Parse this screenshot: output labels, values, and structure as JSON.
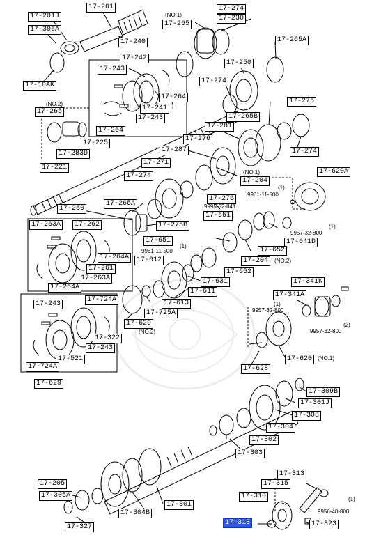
{
  "labels": {
    "l1": "17-201J",
    "l2": "17-201",
    "l3": "17-306A",
    "l4": "17-10AK",
    "l5": "17-240",
    "l6": "17-242",
    "l7": "17-243",
    "l8": "17-264",
    "l9": "17-241",
    "l10": "17-243",
    "l11": "17-264",
    "l12": "17-265",
    "l13": "17-225",
    "l14": "17-283D",
    "l15": "17-221",
    "l16": "17-250",
    "l17": "17-274",
    "l18": "17-230",
    "l19": "17-265",
    "l20": "17-265A",
    "l21": "17-250",
    "l22": "17-274",
    "l23": "17-275",
    "l24": "17-265B",
    "l25": "17-281",
    "l26": "17-276",
    "l27": "17-287",
    "l28": "17-274",
    "l29": "17-271",
    "l30": "17-204",
    "l31": "17-274",
    "l32": "17-620A",
    "l33": "17-265A",
    "l34": "17-275B",
    "l35": "17-276",
    "l36": "17-651",
    "l37": "17-641D",
    "l38": "17-652",
    "l39": "17-263A",
    "l40": "17-262",
    "l41": "17-264A",
    "l42": "17-261",
    "l43": "17-263A",
    "l44": "17-264A",
    "l45": "17-651",
    "l46": "17-612",
    "l47": "17-204",
    "l48": "17-652",
    "l49": "17-631",
    "l50": "17-611",
    "l51": "17-613",
    "l52": "17-341K",
    "l53": "17-341A",
    "l54": "17-243",
    "l55": "17-724A",
    "l56": "17-629",
    "l57": "17-725A",
    "l58": "17-322",
    "l59": "17-243",
    "l60": "17-521",
    "l61": "17-724A",
    "l62": "17-629",
    "l63": "17-620",
    "l64": "17-628",
    "l65": "17-309B",
    "l66": "17-301J",
    "l67": "17-308",
    "l68": "17-304",
    "l69": "17-302",
    "l70": "17-303",
    "l71": "17-313",
    "l72": "17-315",
    "l73": "17-205",
    "l74": "17-305A",
    "l75": "17-310",
    "l76": "17-304B",
    "l77": "17-301",
    "l78": "17-327",
    "l79": "17-313",
    "l80": "17-323"
  },
  "notes": {
    "n1": "(NO.1)",
    "n2": "(NO.2)",
    "n3": "(NO.1)",
    "n4": "(1)",
    "n5": "9961-11-500",
    "n6": "9995-52-841",
    "n7": "(1)",
    "n8": "9957-32-800",
    "n9": "(1)",
    "n10": "9961-11-500",
    "n11": "(NO.2)",
    "n12": "(1)",
    "n13": "9957-32-800",
    "n14": "(2)",
    "n15": "9957-32-800",
    "n16": "(NO.2)",
    "n17": "(NO.1)",
    "n18": "(1)",
    "n19": "9956-40-800"
  },
  "colors": {
    "line": "#000000",
    "highlight": "#2f56d8"
  }
}
